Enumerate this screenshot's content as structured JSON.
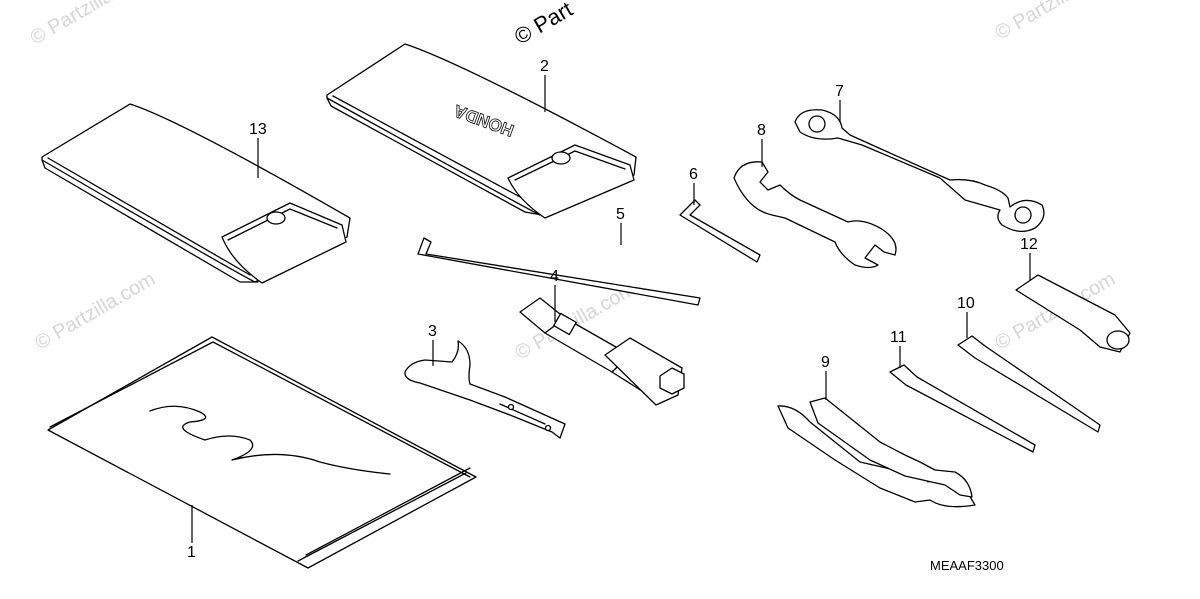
{
  "diagram": {
    "watermark": "© Partzilla.com",
    "watermark_top": "© Part",
    "diagram_code": "MEAAF3300",
    "brand_mark": "HONDA",
    "parts": [
      {
        "id": "part-1",
        "number": "1"
      },
      {
        "id": "part-2",
        "number": "2"
      },
      {
        "id": "part-3",
        "number": "3"
      },
      {
        "id": "part-4",
        "number": "4"
      },
      {
        "id": "part-5",
        "number": "5"
      },
      {
        "id": "part-6",
        "number": "6"
      },
      {
        "id": "part-7",
        "number": "7"
      },
      {
        "id": "part-8",
        "number": "8"
      },
      {
        "id": "part-9",
        "number": "9"
      },
      {
        "id": "part-10",
        "number": "10"
      },
      {
        "id": "part-11",
        "number": "11"
      },
      {
        "id": "part-12",
        "number": "12"
      },
      {
        "id": "part-13",
        "number": "13"
      }
    ]
  }
}
